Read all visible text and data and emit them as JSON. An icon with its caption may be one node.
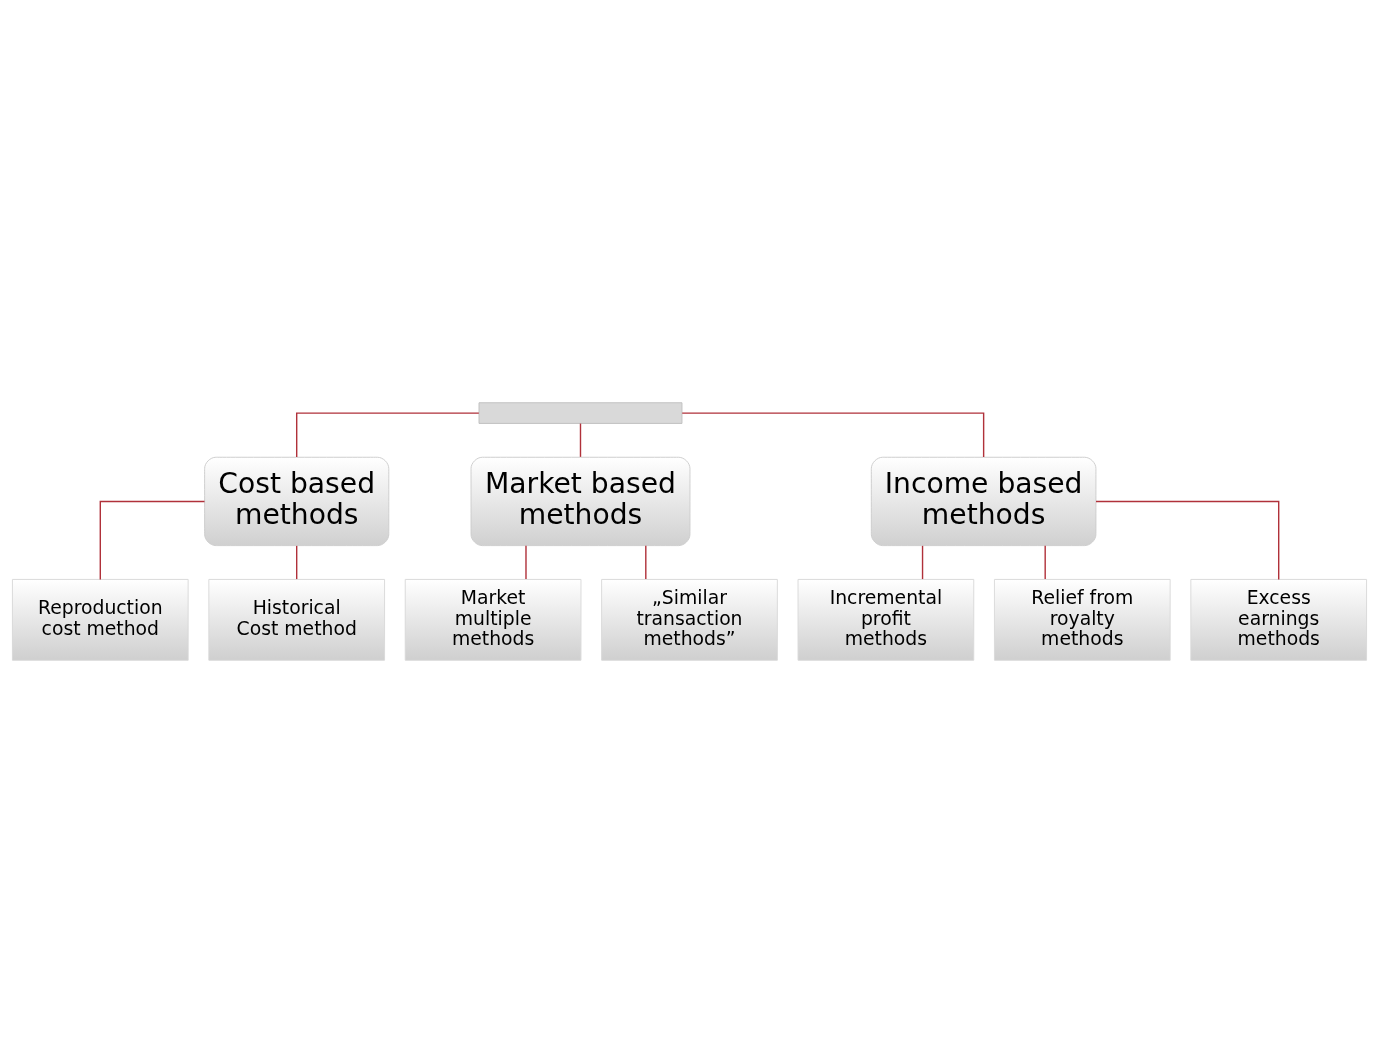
{
  "diagram": {
    "nodes": [
      {
        "text": [],
        "shape": "box"
      },
      {
        "text": [
          "Cost based methods"
        ]
      },
      {
        "text": [
          "Market based methods"
        ]
      },
      {
        "text": [
          "Income based methods"
        ]
      },
      {
        "text": [
          "Reproduction cost method"
        ]
      },
      {
        "text": [
          "Historical Cost method"
        ]
      },
      {
        "text": [
          "Market multiple methods"
        ]
      },
      {
        "text": [
          "„Similar transaction methods”"
        ]
      },
      {
        "text": [
          "Incremental profit methods"
        ]
      },
      {
        "text": [
          "Relief from royalty methods"
        ]
      },
      {
        "text": [
          "Excess earnings methods"
        ]
      }
    ],
    "edges": [
      {
        "from": 0,
        "to": 1,
        "arrow": "none"
      },
      {
        "from": 0,
        "to": 2,
        "arrow": "none"
      },
      {
        "from": 0,
        "to": 3,
        "arrow": "none"
      },
      {
        "from": 1,
        "to": 4,
        "arrow": "none"
      },
      {
        "from": 1,
        "to": 5,
        "arrow": "none"
      },
      {
        "from": 2,
        "to": 6,
        "arrow": "none"
      },
      {
        "from": 2,
        "to": 7,
        "arrow": "none"
      },
      {
        "from": 3,
        "to": 8,
        "arrow": "none"
      },
      {
        "from": 3,
        "to": 9,
        "arrow": "none"
      },
      {
        "from": 3,
        "to": 10,
        "arrow": "none"
      }
    ]
  }
}
